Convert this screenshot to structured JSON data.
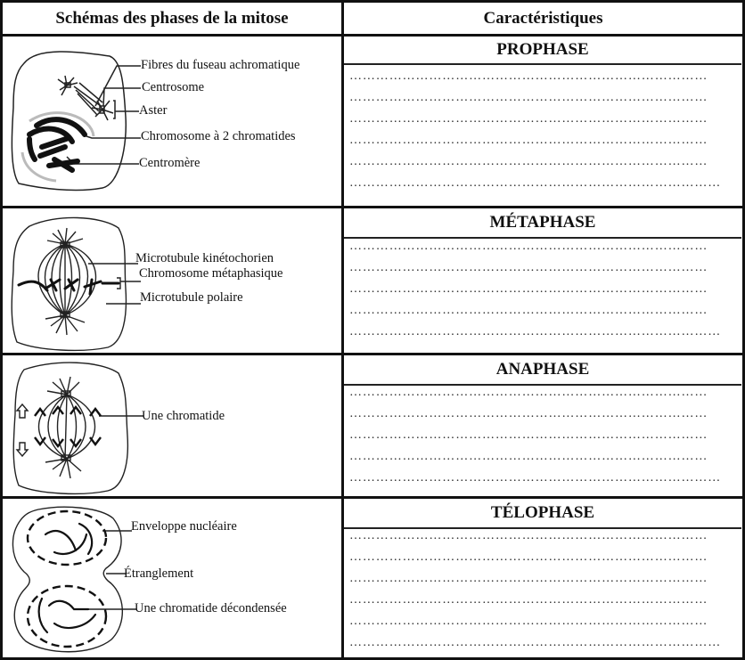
{
  "table": {
    "headers": {
      "left": "Schémas des phases de la mitose",
      "right": "Caractéristiques"
    },
    "rows": [
      {
        "phase": "PROPHASE",
        "labels": [
          "Fibres du fuseau achromatique",
          "Centrosome",
          "Aster",
          "Chromosome à 2 chromatides",
          "Centromère"
        ],
        "dotted_lines": [
          "………………………………………………………………………",
          "………………………………………………………………………",
          "………………………………………………………………………",
          "………………………………………………………………………",
          "………………………………………………………………………",
          "…………………………………………………………………………"
        ]
      },
      {
        "phase": "MÉTAPHASE",
        "labels": [
          "Microtubule kinétochorien",
          "Chromosome métaphasique",
          "Microtubule polaire"
        ],
        "dotted_lines": [
          "………………………………………………………………………",
          "………………………………………………………………………",
          "………………………………………………………………………",
          "………………………………………………………………………",
          "…………………………………………………………………………"
        ]
      },
      {
        "phase": "ANAPHASE",
        "labels": [
          "Une chromatide"
        ],
        "dotted_lines": [
          "………………………………………………………………………",
          "………………………………………………………………………",
          "………………………………………………………………………",
          "………………………………………………………………………",
          "…………………………………………………………………………"
        ]
      },
      {
        "phase": "TÉLOPHASE",
        "labels": [
          "Enveloppe nucléaire",
          "Étranglement",
          "Une chromatide décondensée"
        ],
        "dotted_lines": [
          "………………………………………………………………………",
          "………………………………………………………………………",
          "………………………………………………………………………",
          "………………………………………………………………………",
          "………………………………………………………………………",
          "…………………………………………………………………………"
        ]
      }
    ]
  }
}
